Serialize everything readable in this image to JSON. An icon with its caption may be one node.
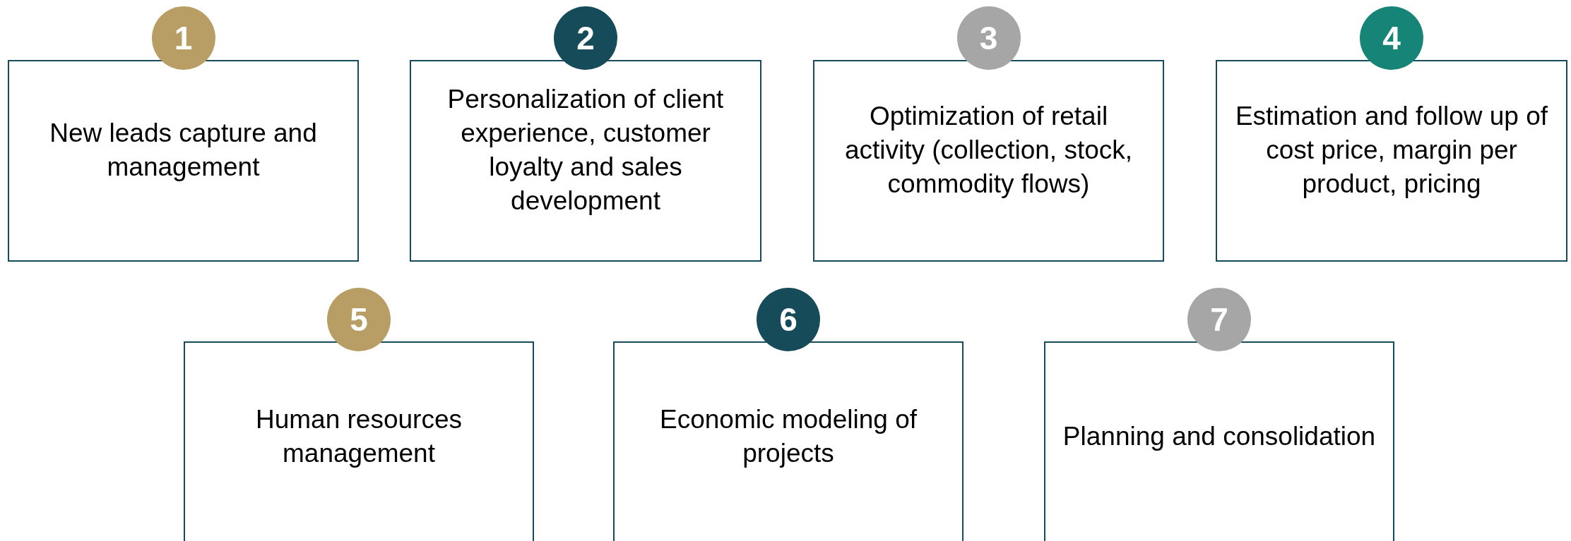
{
  "diagram": {
    "nodes": [
      {
        "text": [
          "1"
        ]
      },
      {
        "text": [
          "New leads capture and management"
        ]
      },
      {
        "text": [
          "2"
        ]
      },
      {
        "text": [
          "Personalization of client experience, customer loyalty and sales development"
        ]
      },
      {
        "text": [
          "3"
        ]
      },
      {
        "text": [
          "Optimization of retail activity (collection, stock, commodity flows)"
        ]
      },
      {
        "text": [
          "4"
        ]
      },
      {
        "text": [
          "Estimation and follow up of cost price, margin per product, pricing"
        ]
      },
      {
        "text": [
          "5"
        ]
      },
      {
        "text": [
          "Human resources management"
        ]
      },
      {
        "text": [
          "6"
        ]
      },
      {
        "text": [
          "Economic modeling of projects"
        ]
      },
      {
        "text": [
          "7"
        ]
      },
      {
        "text": [
          "Planning and consolidation"
        ]
      }
    ]
  }
}
